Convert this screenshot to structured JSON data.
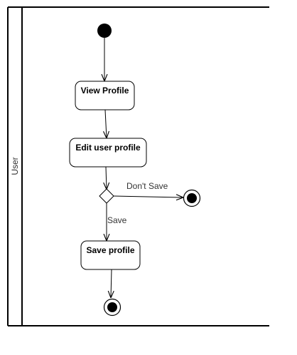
{
  "swimlane": {
    "label": "User"
  },
  "nodes": {
    "view_profile": "View Profile",
    "edit_user_profile": "Edit user profile",
    "save_profile": "Save profile"
  },
  "edges": {
    "dont_save": "Don't Save",
    "save": "Save"
  },
  "colors": {
    "stroke": "#000000",
    "label": "#333333",
    "fill": "#ffffff"
  }
}
